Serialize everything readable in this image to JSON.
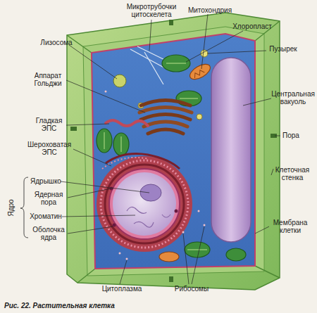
{
  "diagram": {
    "caption": "Рис. 22. Растительная клетка",
    "labels": [
      "Микротрубочки цитоскелета",
      "Митохондрия",
      "Хлоропласт",
      "Лизосома",
      "Пузырек",
      "Аппарат Гольджи",
      "Центральная вакуоль",
      "Гладкая ЭПС",
      "Пора",
      "Шероховатая ЭПС",
      "Ядрышко",
      "Ядерная пора",
      "Хроматин",
      "Оболочка ядра",
      "Ядро",
      "Клеточная стенка",
      "Мембрана клетки",
      "Цитоплазма",
      "Рибосомы"
    ]
  }
}
